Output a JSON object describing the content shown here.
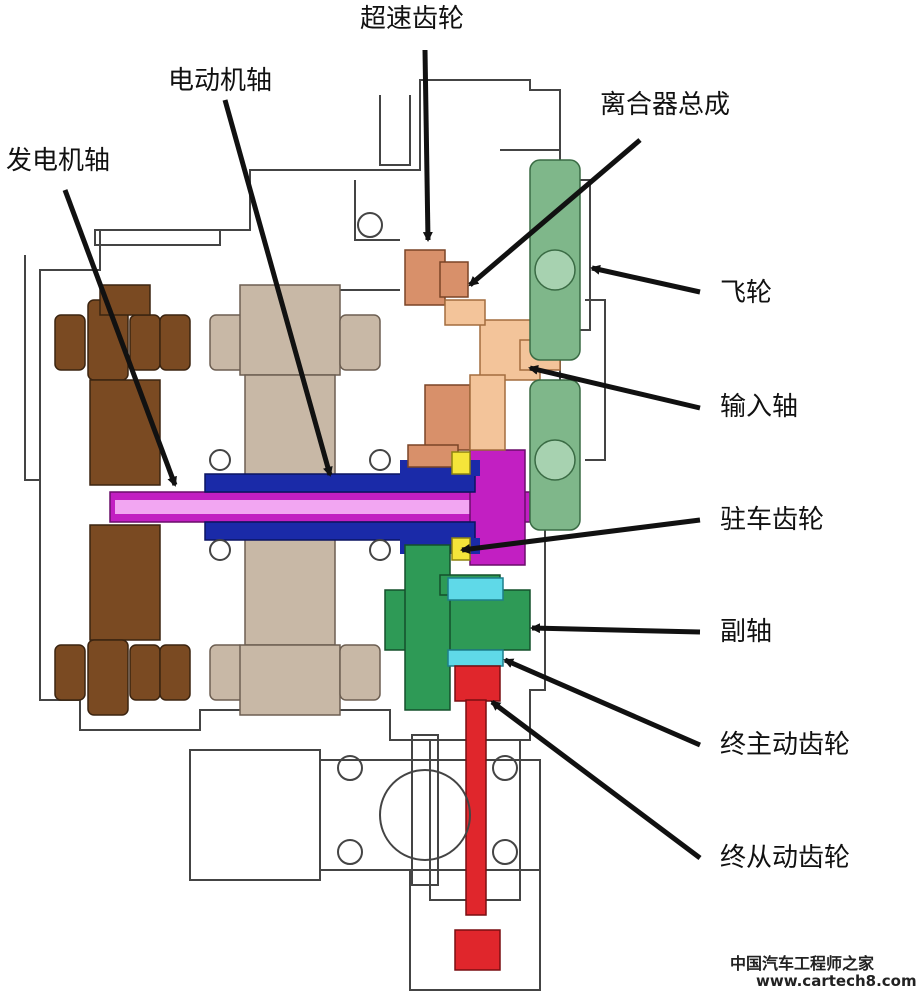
{
  "labels": {
    "overrunning_gear": "超速齿轮",
    "motor_shaft": "电动机轴",
    "generator_shaft": "发电机轴",
    "clutch_assembly": "离合器总成",
    "flywheel": "飞轮",
    "input_shaft": "输入轴",
    "parking_gear": "驻车齿轮",
    "countershaft": "副轴",
    "final_drive_gear": "终主动齿轮",
    "final_driven_gear": "终从动齿轮"
  },
  "watermark": {
    "line1": "中国汽车工程师之家",
    "line2": "www.cartech8.com"
  },
  "colors": {
    "rotor_brown": "#7a4a22",
    "stator_tan": "#c8b8a6",
    "overrun_orange": "#d8906a",
    "input_peach": "#f3c49a",
    "flywheel_green": "#7fb78a",
    "motor_shaft_blue": "#1a2aa8",
    "generator_shaft_magenta": "#c21fc2",
    "generator_inner_pink": "#f2a6f2",
    "counter_green": "#2e9a56",
    "counter_cyan": "#5fd9e8",
    "final_red": "#e0262c",
    "parking_yellow": "#f5e53a",
    "outline": "#444444"
  }
}
